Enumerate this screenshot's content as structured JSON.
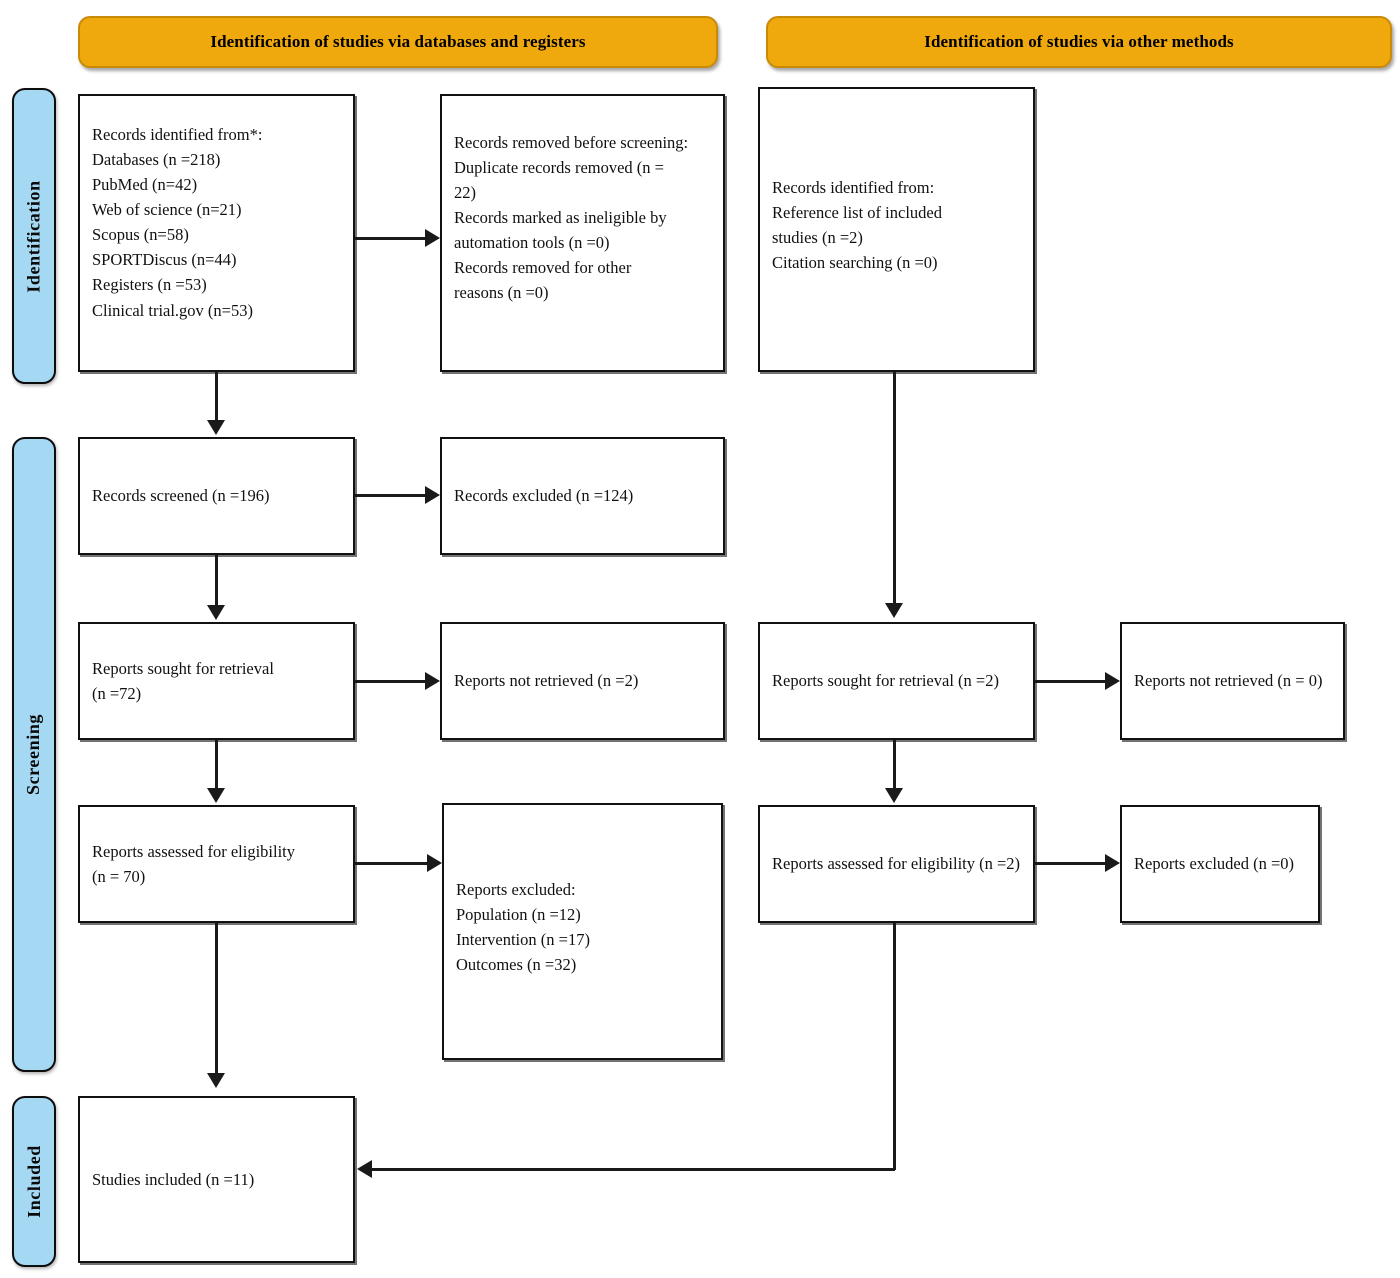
{
  "diagram": {
    "title": "PRISMA 2020 flow diagram",
    "colors": {
      "banner_fill": "#F0A90C",
      "stage_fill": "#A5D8F3",
      "box_border": "#111111",
      "connector": "#1A1A1A",
      "background": "#FFFFFF"
    }
  },
  "banners": {
    "databases": "Identification of studies via databases and registers",
    "other": "Identification of studies via other methods"
  },
  "stages": {
    "identification": "Identification",
    "screening": "Screening",
    "included": "Included"
  },
  "boxes": {
    "records_identified": "Records identified from*:\nDatabases (n =218)\n    PubMed (n=42)\n    Web of science (n=21)\n    Scopus (n=58)\n    SPORTDiscus (n=44)\nRegisters (n =53)\n    Clinical trial.gov (n=53)",
    "records_removed": "Records removed before screening:\n    Duplicate records removed (n =\n22)\n    Records marked as ineligible by\nautomation tools (n =0)\n    Records removed for other\nreasons (n =0)",
    "records_screened": "Records screened (n =196)",
    "records_excluded": "Records excluded (n =124)",
    "reports_sought": "Reports sought for retrieval\n(n =72)",
    "reports_not_retrieved": "Reports not retrieved (n =2)",
    "reports_assessed": "Reports assessed for eligibility\n(n = 70)",
    "reports_excluded_reasons": "Reports excluded:\n    Population (n =12)\n    Intervention (n =17)\n    Outcomes (n =32)",
    "other_records_identified": "Records identified from:\n    Reference list of included\nstudies (n =2)\n    Citation searching (n =0)",
    "other_reports_sought": "Reports sought for retrieval (n =2)",
    "other_reports_not_retrieved": "Reports not retrieved (n = 0)",
    "other_reports_assessed": "Reports assessed for eligibility (n =2)",
    "other_reports_excluded": "Reports excluded (n =0)",
    "studies_included": "Studies included (n =11)"
  },
  "counts": {
    "databases_total": 218,
    "pubmed": 42,
    "web_of_science": 21,
    "scopus": 58,
    "sportdiscus": 44,
    "registers_total": 53,
    "clinical_trial_gov": 53,
    "duplicates_removed": 22,
    "ineligible_automation": 0,
    "removed_other_reasons": 0,
    "records_screened": 196,
    "records_excluded": 124,
    "reports_sought": 72,
    "reports_not_retrieved": 2,
    "reports_assessed": 70,
    "excluded_population": 12,
    "excluded_intervention": 17,
    "excluded_outcomes": 32,
    "other_reference_list": 2,
    "other_citation_searching": 0,
    "other_reports_sought": 2,
    "other_reports_not_retrieved": 0,
    "other_reports_assessed": 2,
    "other_reports_excluded": 0,
    "studies_included": 11
  }
}
